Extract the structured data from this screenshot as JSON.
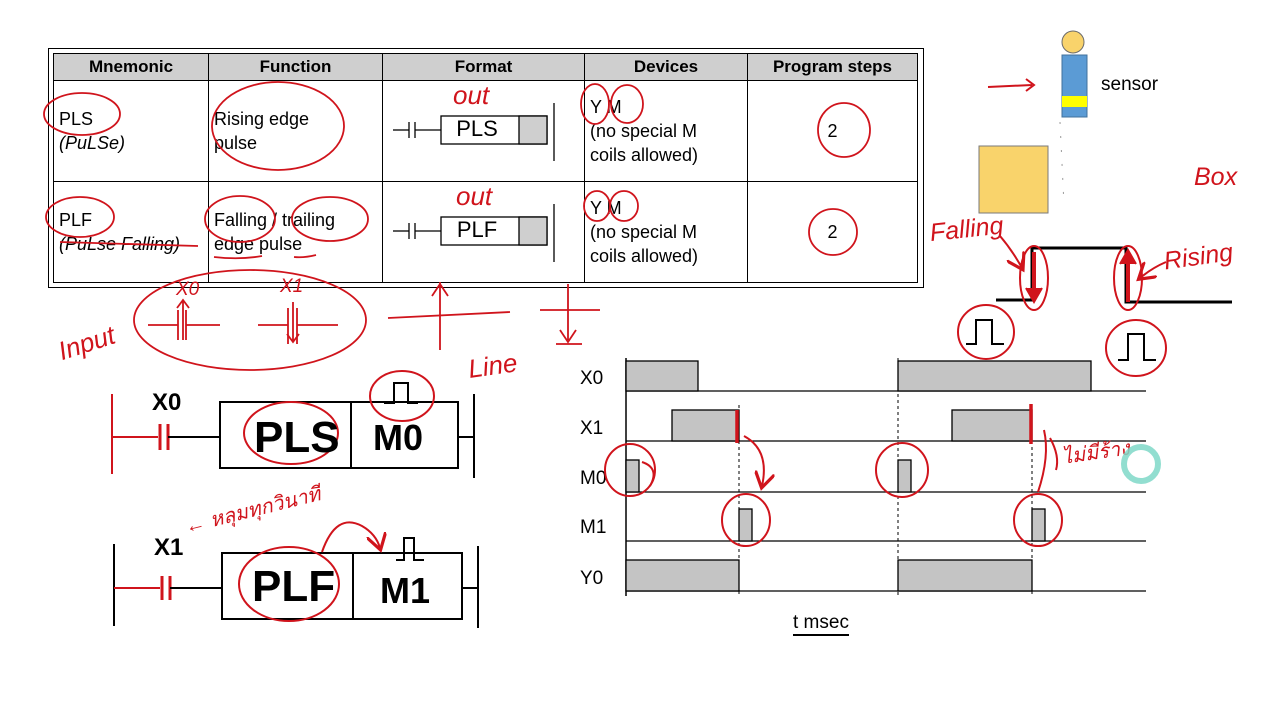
{
  "table": {
    "headers": [
      "Mnemonic",
      "Function",
      "Format",
      "Devices",
      "Program steps"
    ],
    "rows": [
      {
        "mnemonic": "PLS",
        "mnemonic_long": "(PuLSe)",
        "function_line1": "Rising edge",
        "function_line2": "pulse",
        "format_label": "PLS",
        "devices_line1": "Y M",
        "devices_line2": "(no special M",
        "devices_line3": "coils allowed)",
        "steps": "2"
      },
      {
        "mnemonic": "PLF",
        "mnemonic_long": "(PuLse Falling)",
        "function_line1": "Falling / trailing",
        "function_line2": "edge pulse",
        "format_label": "PLF",
        "devices_line1": "Y M",
        "devices_line2": "(no special M",
        "devices_line3": "coils allowed)",
        "steps": "2"
      }
    ]
  },
  "annotations": {
    "out_1": "out",
    "out_2": "out",
    "input": "Input",
    "x0_hand": "X0",
    "x1_hand": "X1",
    "line": "Line",
    "falling": "Falling",
    "rising": "Rising",
    "box": "Box",
    "thai_note_left": "← หลุมทุกวินาที",
    "thai_note_right": "ไม่มีร้าง"
  },
  "sensor": {
    "label": "sensor"
  },
  "ladder": [
    {
      "input": "X0",
      "instruction": "PLS",
      "output": "M0"
    },
    {
      "input": "X1",
      "instruction": "PLF",
      "output": "M1"
    }
  ],
  "timing": {
    "signals": [
      "X0",
      "X1",
      "M0",
      "M1",
      "Y0"
    ],
    "time_label": "t msec"
  },
  "colors": {
    "ink_red": "#d0141c",
    "fill_gray": "#c4c4c4",
    "sensor_blue": "#5b9bd5",
    "sensor_yellow": "#ffff00",
    "box_orange": "#f9d36b"
  }
}
